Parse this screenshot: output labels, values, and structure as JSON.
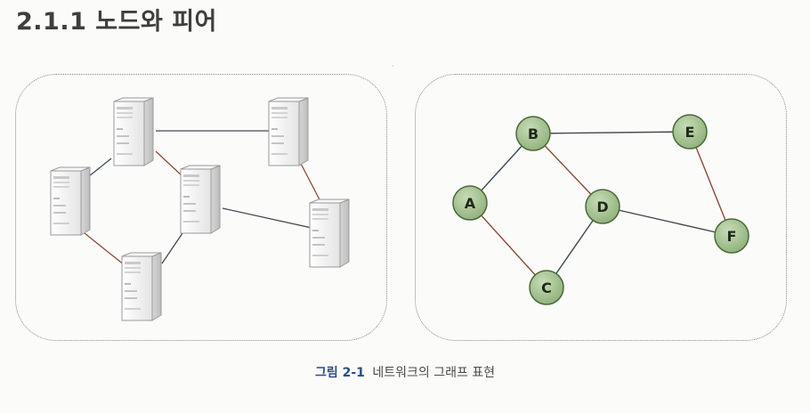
{
  "section_title": "2.1.1 노드와 피어",
  "caption": {
    "label": "그림 2-1",
    "text": "네트워크의 그래프 표현"
  },
  "graph": {
    "nodes": [
      {
        "id": "A",
        "label": "A"
      },
      {
        "id": "B",
        "label": "B"
      },
      {
        "id": "C",
        "label": "C"
      },
      {
        "id": "D",
        "label": "D"
      },
      {
        "id": "E",
        "label": "E"
      },
      {
        "id": "F",
        "label": "F"
      }
    ],
    "edges": [
      {
        "from": "A",
        "to": "B"
      },
      {
        "from": "B",
        "to": "E"
      },
      {
        "from": "B",
        "to": "D"
      },
      {
        "from": "A",
        "to": "C"
      },
      {
        "from": "C",
        "to": "D"
      },
      {
        "from": "D",
        "to": "F"
      },
      {
        "from": "E",
        "to": "F"
      }
    ]
  },
  "colors": {
    "node_fill": "#9fbf8c",
    "node_stroke": "#4a6a3a",
    "edge_dark": "#3f4a52",
    "edge_brown": "#8a4a3a",
    "server_body": "#f2f2f2",
    "server_stroke": "#9a9a9a"
  }
}
